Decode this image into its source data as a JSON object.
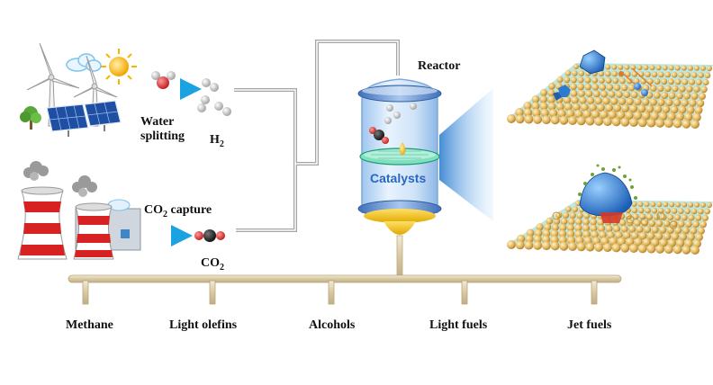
{
  "labels": {
    "water_splitting_line1": "Water",
    "water_splitting_line2": "splitting",
    "h2_base": "H",
    "h2_sub": "2",
    "co2_capture_base": "CO",
    "co2_capture_sub": "2",
    "co2_capture_rest": " capture",
    "co2_base": "CO",
    "co2_sub": "2",
    "reactor": "Reactor",
    "catalysts": "Catalysts"
  },
  "products": [
    "Methane",
    "Light olefins",
    "Alcohols",
    "Light fuels",
    "Jet fuels"
  ],
  "colors": {
    "pipe": "#a9a9a9",
    "product_pipe": "#e8dcc0",
    "reactor_glass": "#cfe6fa",
    "reactor_band": "#5c8fd6",
    "catalyst_disc": "#5ad2a8",
    "liquid": "#f2c200",
    "flow_arrow": "#35b3ea",
    "sun": "#f7b500",
    "atom_gold": "#e0b766",
    "atom_teal": "#5fd6c8",
    "nanoparticle": "#2d7bd0"
  },
  "icons": [
    "wind-turbine-icon",
    "solar-panel-icon",
    "sun-icon",
    "cloud-icon",
    "tree-icon",
    "factory-icon",
    "water-molecule-icon",
    "hydrogen-molecule-icon",
    "co2-molecule-icon",
    "reactor-icon",
    "catalyst-surface-icon"
  ]
}
